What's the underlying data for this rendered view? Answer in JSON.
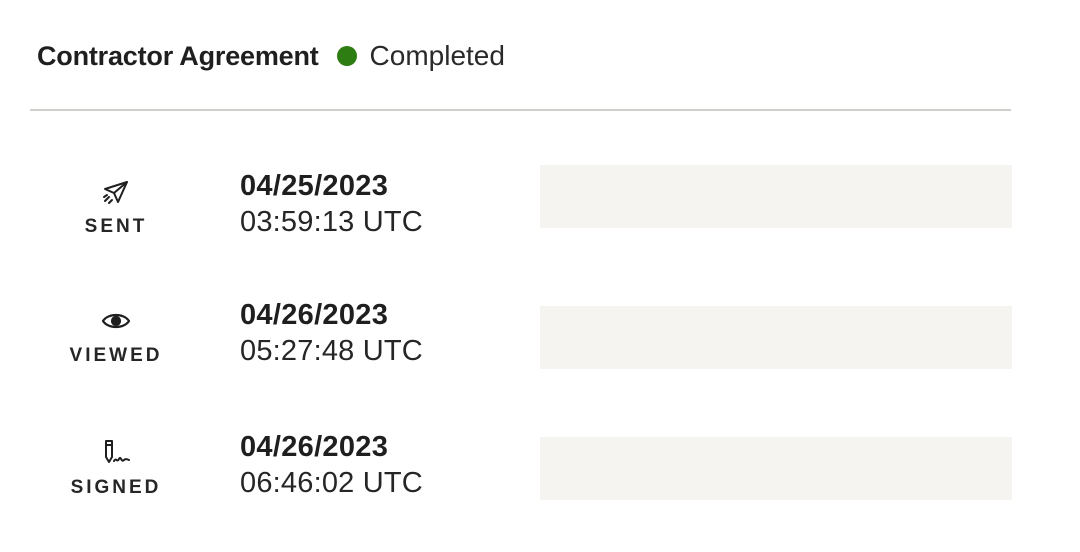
{
  "document": {
    "title": "Contractor Agreement",
    "status": "Completed",
    "status_color": "#2e7d12"
  },
  "events": [
    {
      "label": "SENT",
      "icon": "paper-plane-icon",
      "date": "04/25/2023",
      "time": "03:59:13 UTC"
    },
    {
      "label": "VIEWED",
      "icon": "eye-icon",
      "date": "04/26/2023",
      "time": "05:27:48 UTC"
    },
    {
      "label": "SIGNED",
      "icon": "pen-signature-icon",
      "date": "04/26/2023",
      "time": "06:46:02 UTC"
    }
  ]
}
